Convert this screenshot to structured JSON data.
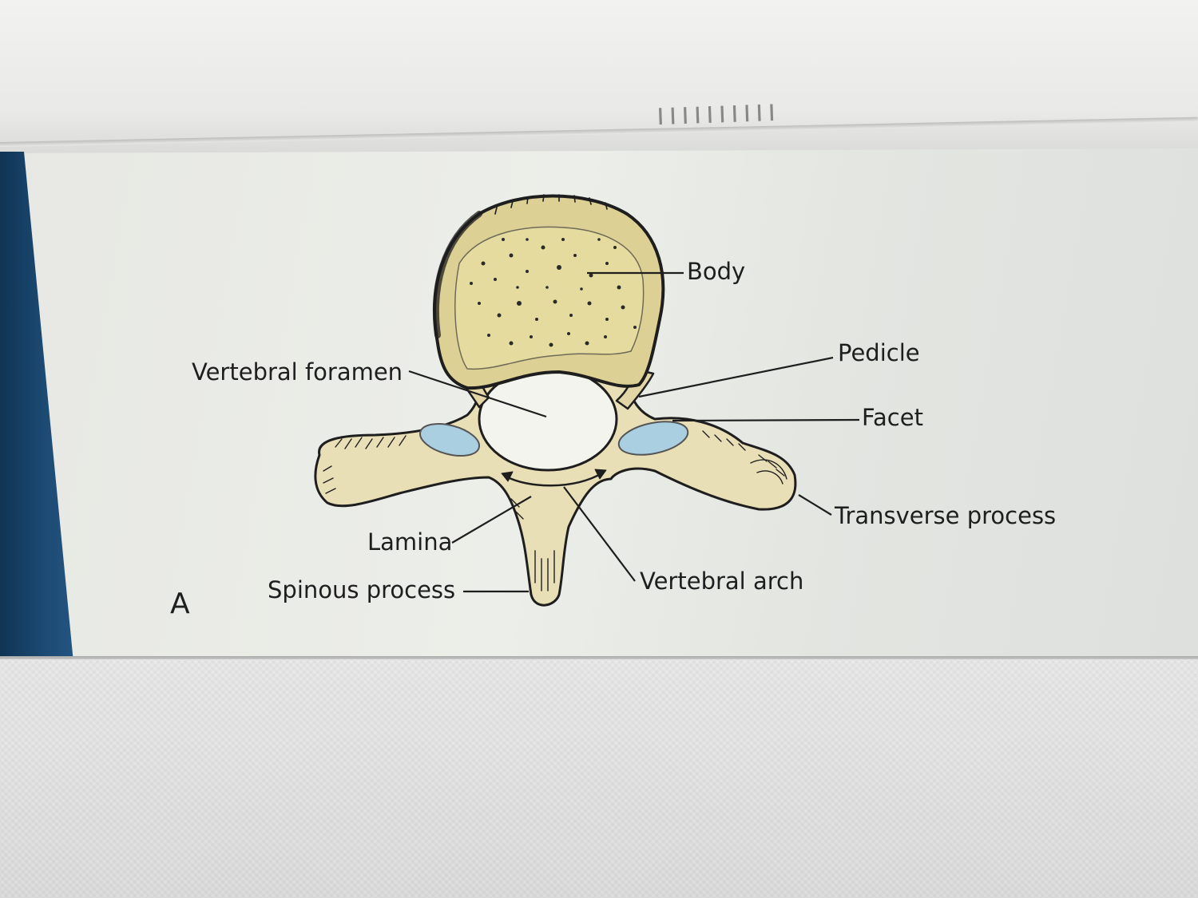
{
  "figure": {
    "letter": "A",
    "labels": {
      "body": "Body",
      "pedicle": "Pedicle",
      "facet": "Facet",
      "transverse_process": "Transverse process",
      "vertebral_foramen": "Vertebral foramen",
      "lamina": "Lamina",
      "spinous_process": "Spinous process",
      "vertebral_arch": "Vertebral arch"
    },
    "colors": {
      "bone": "#e9dfb6",
      "bone_body": "#e4d8a3",
      "facet": "#a9cfe0",
      "ink": "#1e1e1e",
      "band": "#1c4a73"
    }
  }
}
